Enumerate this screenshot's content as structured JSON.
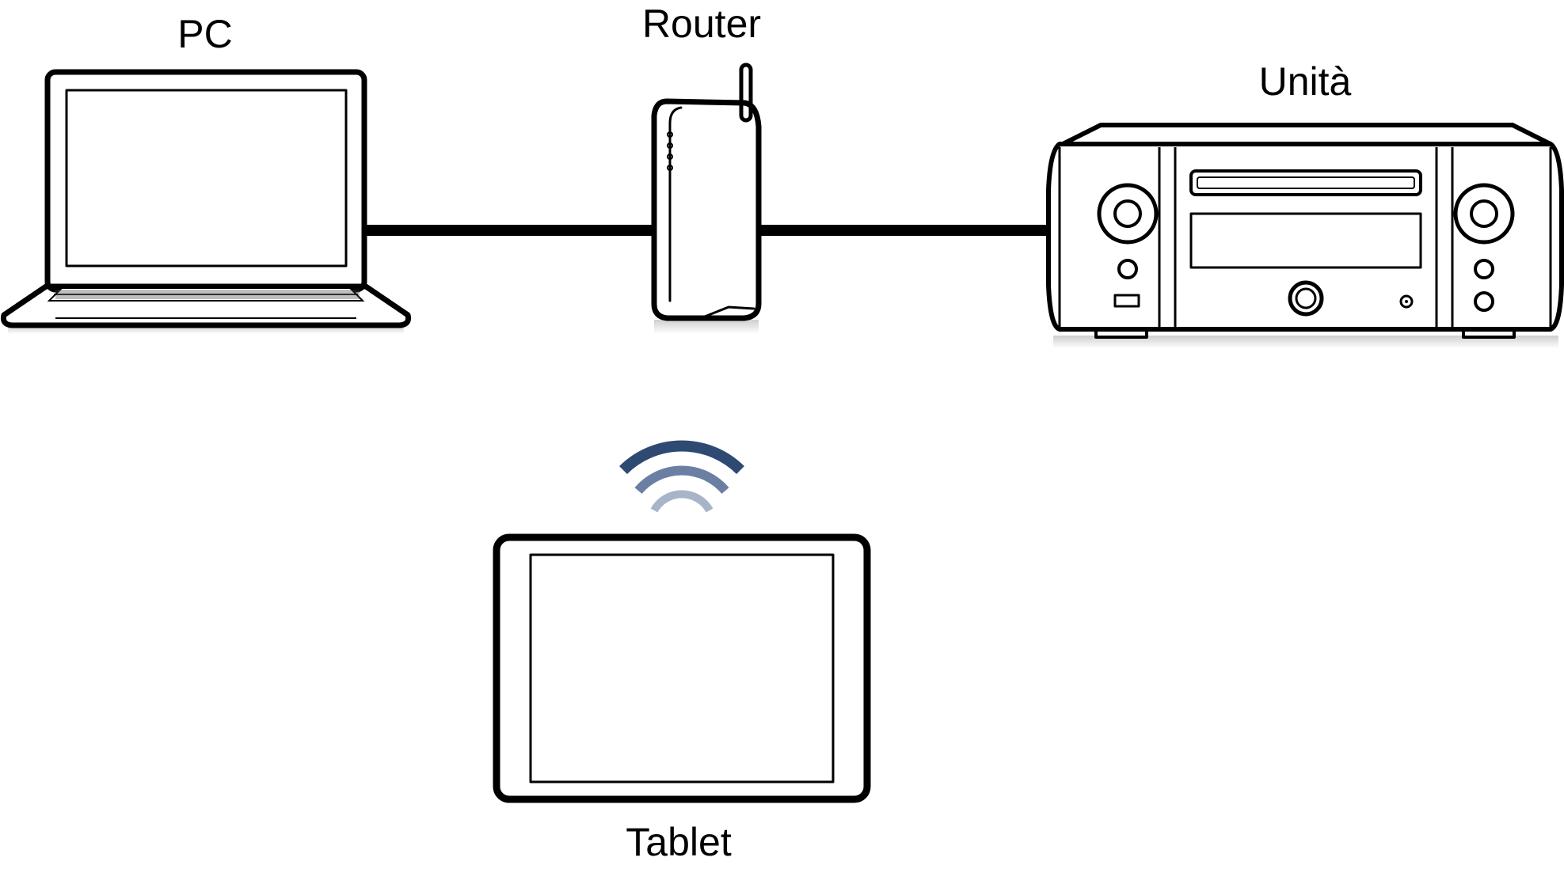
{
  "labels": {
    "pc": "PC",
    "router": "Router",
    "unit": "Unità",
    "tablet": "Tablet"
  },
  "colors": {
    "line": "#000000",
    "wifi": "#35507a",
    "shadow": "#d9d9d9"
  },
  "icons": {
    "pc": "laptop-icon",
    "router": "router-icon",
    "unit": "av-receiver-icon",
    "tablet": "tablet-icon",
    "wireless": "wifi-signal-icon"
  }
}
